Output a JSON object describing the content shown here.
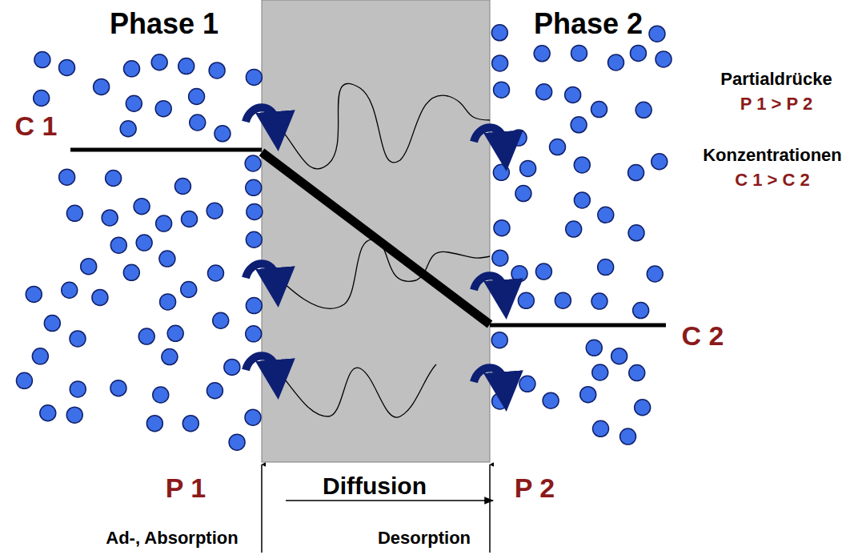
{
  "diagram": {
    "labels": [
      "Phase 1",
      "Phase 2",
      "Partialdrücke",
      "P 1 > P 2",
      "Konzentrationen",
      "C 1 > C 2",
      "C 1",
      "C 2",
      "P 1",
      "P 2",
      "Diffusion",
      "Ad-, Absorption",
      "Desorption"
    ]
  }
}
